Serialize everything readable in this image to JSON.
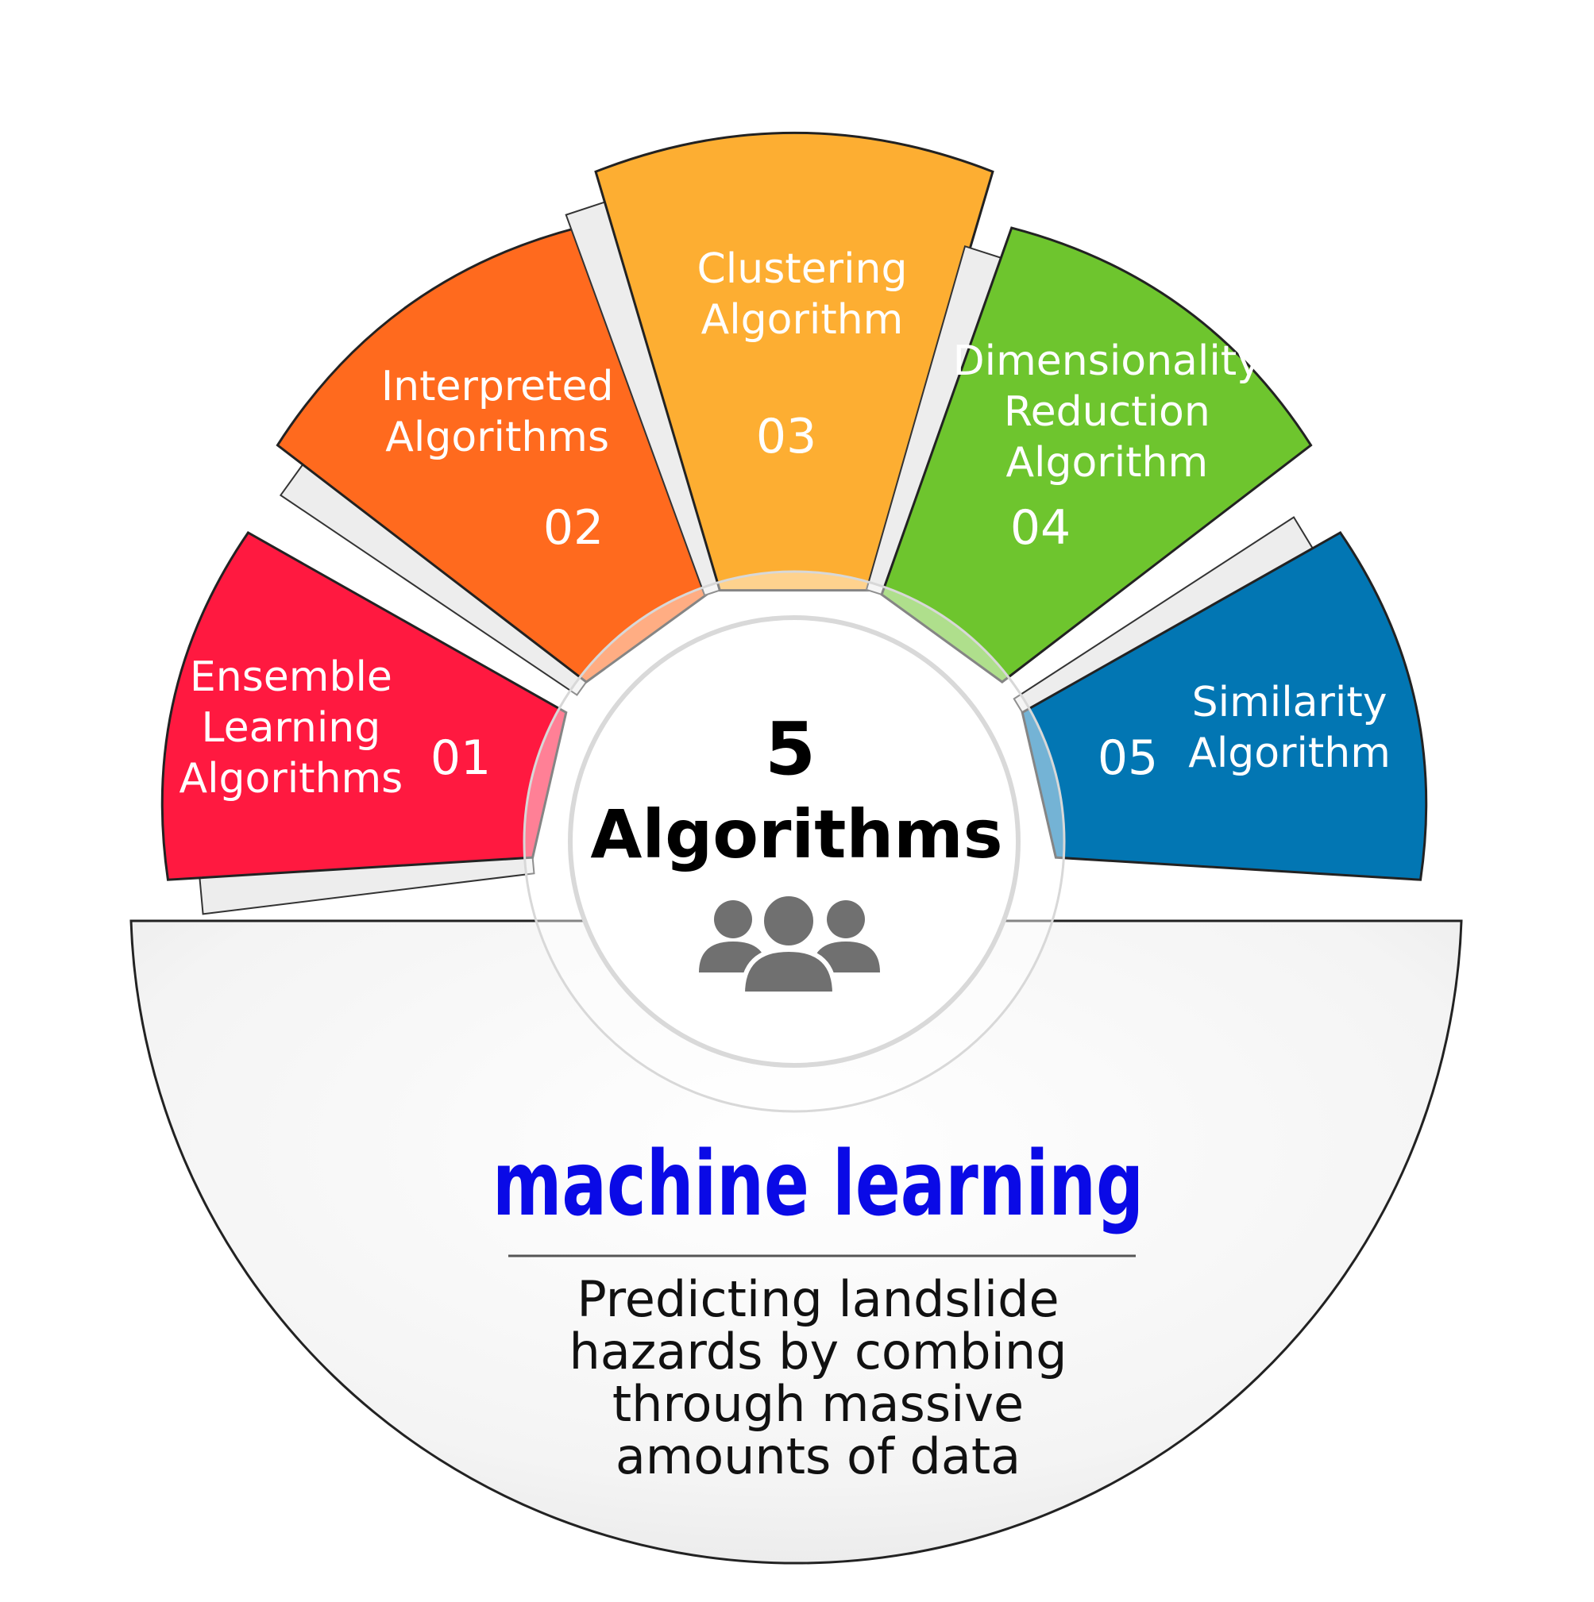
{
  "center": {
    "count": "5",
    "word": "Algorithms",
    "icon": "users-group-icon"
  },
  "petals": [
    {
      "number": "01",
      "lines": [
        "Ensemble",
        "Learning",
        "Algorithms"
      ],
      "color": "#FF1940"
    },
    {
      "number": "02",
      "lines": [
        "Interpreted",
        "Algorithms"
      ],
      "color": "#FF6A1E"
    },
    {
      "number": "03",
      "lines": [
        "Clustering",
        "Algorithm"
      ],
      "color": "#FDAE32"
    },
    {
      "number": "04",
      "lines": [
        "Dimensionality",
        "Reduction",
        "Algorithm"
      ],
      "color": "#6EC52E"
    },
    {
      "number": "05",
      "lines": [
        "Similarity",
        "Algorithm"
      ],
      "color": "#0276B3"
    }
  ],
  "bottom": {
    "title": "machine learning",
    "title_color": "#0A0AE6",
    "description": [
      "Predicting landslide",
      "hazards by combing",
      "through massive",
      "amounts of data"
    ]
  }
}
